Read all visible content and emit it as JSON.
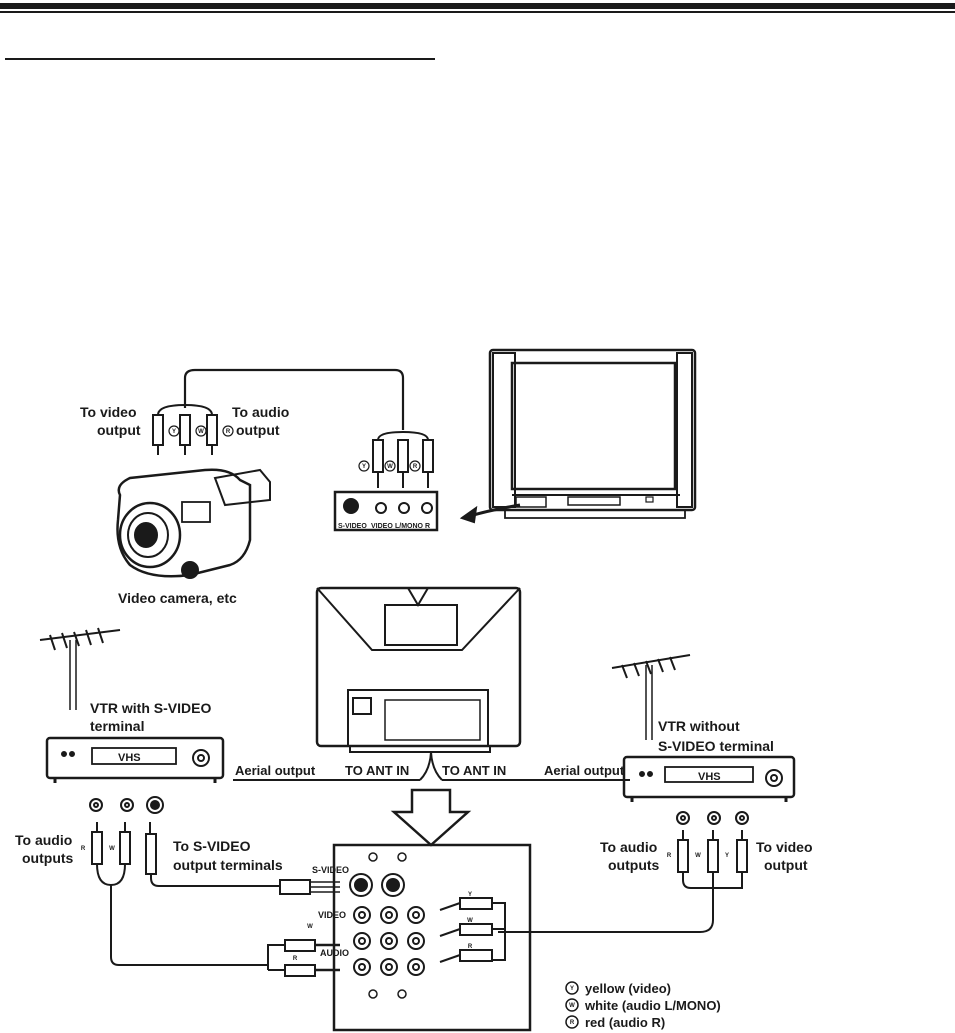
{
  "labels": {
    "to_video_output_top_1": "To video",
    "to_video_output_top_2": "output",
    "to_audio_output_top_1": "To audio",
    "to_audio_output_top_2": "output",
    "video_camera": "Video camera, etc",
    "vtr_with_1": "VTR with S-VIDEO",
    "vtr_with_2": "terminal",
    "vtr_without_1": "VTR without",
    "vtr_without_2": "S-VIDEO terminal",
    "vhs_left": "VHS",
    "vhs_right": "VHS",
    "aerial_output_left": "Aerial output",
    "to_ant_in_left": "TO ANT IN",
    "to_ant_in_right": "TO ANT IN",
    "aerial_output_right": "Aerial output",
    "to_audio_outputs_left_1": "To audio",
    "to_audio_outputs_left_2": "outputs",
    "to_svideo_1": "To S-VIDEO",
    "to_svideo_2": "output terminals",
    "to_audio_outputs_right_1": "To audio",
    "to_audio_outputs_right_2": "outputs",
    "to_video_output_right_1": "To video",
    "to_video_output_right_2": "output",
    "panel_svideo": "S-VIDEO",
    "panel_video": "VIDEO",
    "panel_audio": "AUDIO",
    "front_svideo": "S-VIDEO",
    "front_video": "VIDEO",
    "front_lmono": "L/MONO",
    "front_r": "R"
  },
  "legend": [
    {
      "symbol": "Y",
      "text": "yellow (video)"
    },
    {
      "symbol": "W",
      "text": "white (audio L/MONO)"
    },
    {
      "symbol": "R",
      "text": "red (audio R)"
    }
  ],
  "plug_symbols": {
    "yellow": "Y",
    "white": "W",
    "red": "R"
  }
}
